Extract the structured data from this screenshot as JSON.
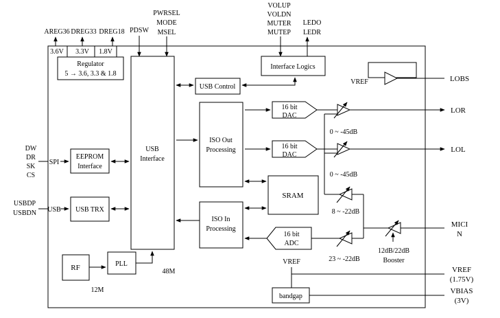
{
  "diagram": {
    "pins_top": {
      "areg36": "AREG36",
      "dreg33": "DREG33",
      "dreg18": "DREG18",
      "pdsw": "PDSW",
      "pwrsel": "PWRSEL",
      "mode": "MODE",
      "msel": "MSEL",
      "volup": "VOLUP",
      "voldn": "VOLDN",
      "muter": "MUTER",
      "mutep": "MUTEP",
      "ledo": "LEDO",
      "ledr": "LEDR"
    },
    "pins_left": {
      "dw": "DW",
      "dr": "DR",
      "sk": "SK",
      "cs": "CS",
      "usbdp": "USBDP",
      "usbdn": "USBDN"
    },
    "pins_right": {
      "lobs": "LOBS",
      "lor": "LOR",
      "lol": "LOL",
      "mici": "MICI",
      "mici_n": "N",
      "vref_out": "VREF",
      "vref_out_value": "(1.75V)",
      "vbias": "VBIAS",
      "vbias_value": "(3V)"
    },
    "bus_labels": {
      "spi": "SPI",
      "usb": "USB",
      "m48": "48M",
      "m12": "12M",
      "vref_amp": "VREF",
      "vref_bandgap": "VREF"
    },
    "regulator": {
      "v36": "3.6V",
      "v33": "3.3V",
      "v18": "1.8V",
      "title": "Regulator",
      "desc": "5 → 3.6, 3.3 & 1.8"
    },
    "blocks": {
      "usb_interface_1": "USB",
      "usb_interface_2": "Interface",
      "usb_control": "USB Control",
      "interface_logics": "Interface Logics",
      "eeprom_1": "EEPROM",
      "eeprom_2": "Interface",
      "usb_trx": "USB TRX",
      "iso_out_1": "ISO Out",
      "iso_out_2": "Processing",
      "iso_in_1": "ISO In",
      "iso_in_2": "Processing",
      "sram": "SRAM",
      "dac1_1": "16 bit",
      "dac1_2": "DAC",
      "dac2_1": "16 bit",
      "dac2_2": "DAC",
      "adc_1": "16 bit",
      "adc_2": "ADC",
      "rf": "RF",
      "pll": "PLL",
      "bandgap": "bandgap"
    },
    "gains": {
      "dac1": "0 ~ -45dB",
      "dac2": "0 ~ -45dB",
      "mic_loop": "8 ~ -22dB",
      "adc": "23 ~ -22dB",
      "booster_1": "12dB/22dB",
      "booster_2": "Booster"
    }
  }
}
